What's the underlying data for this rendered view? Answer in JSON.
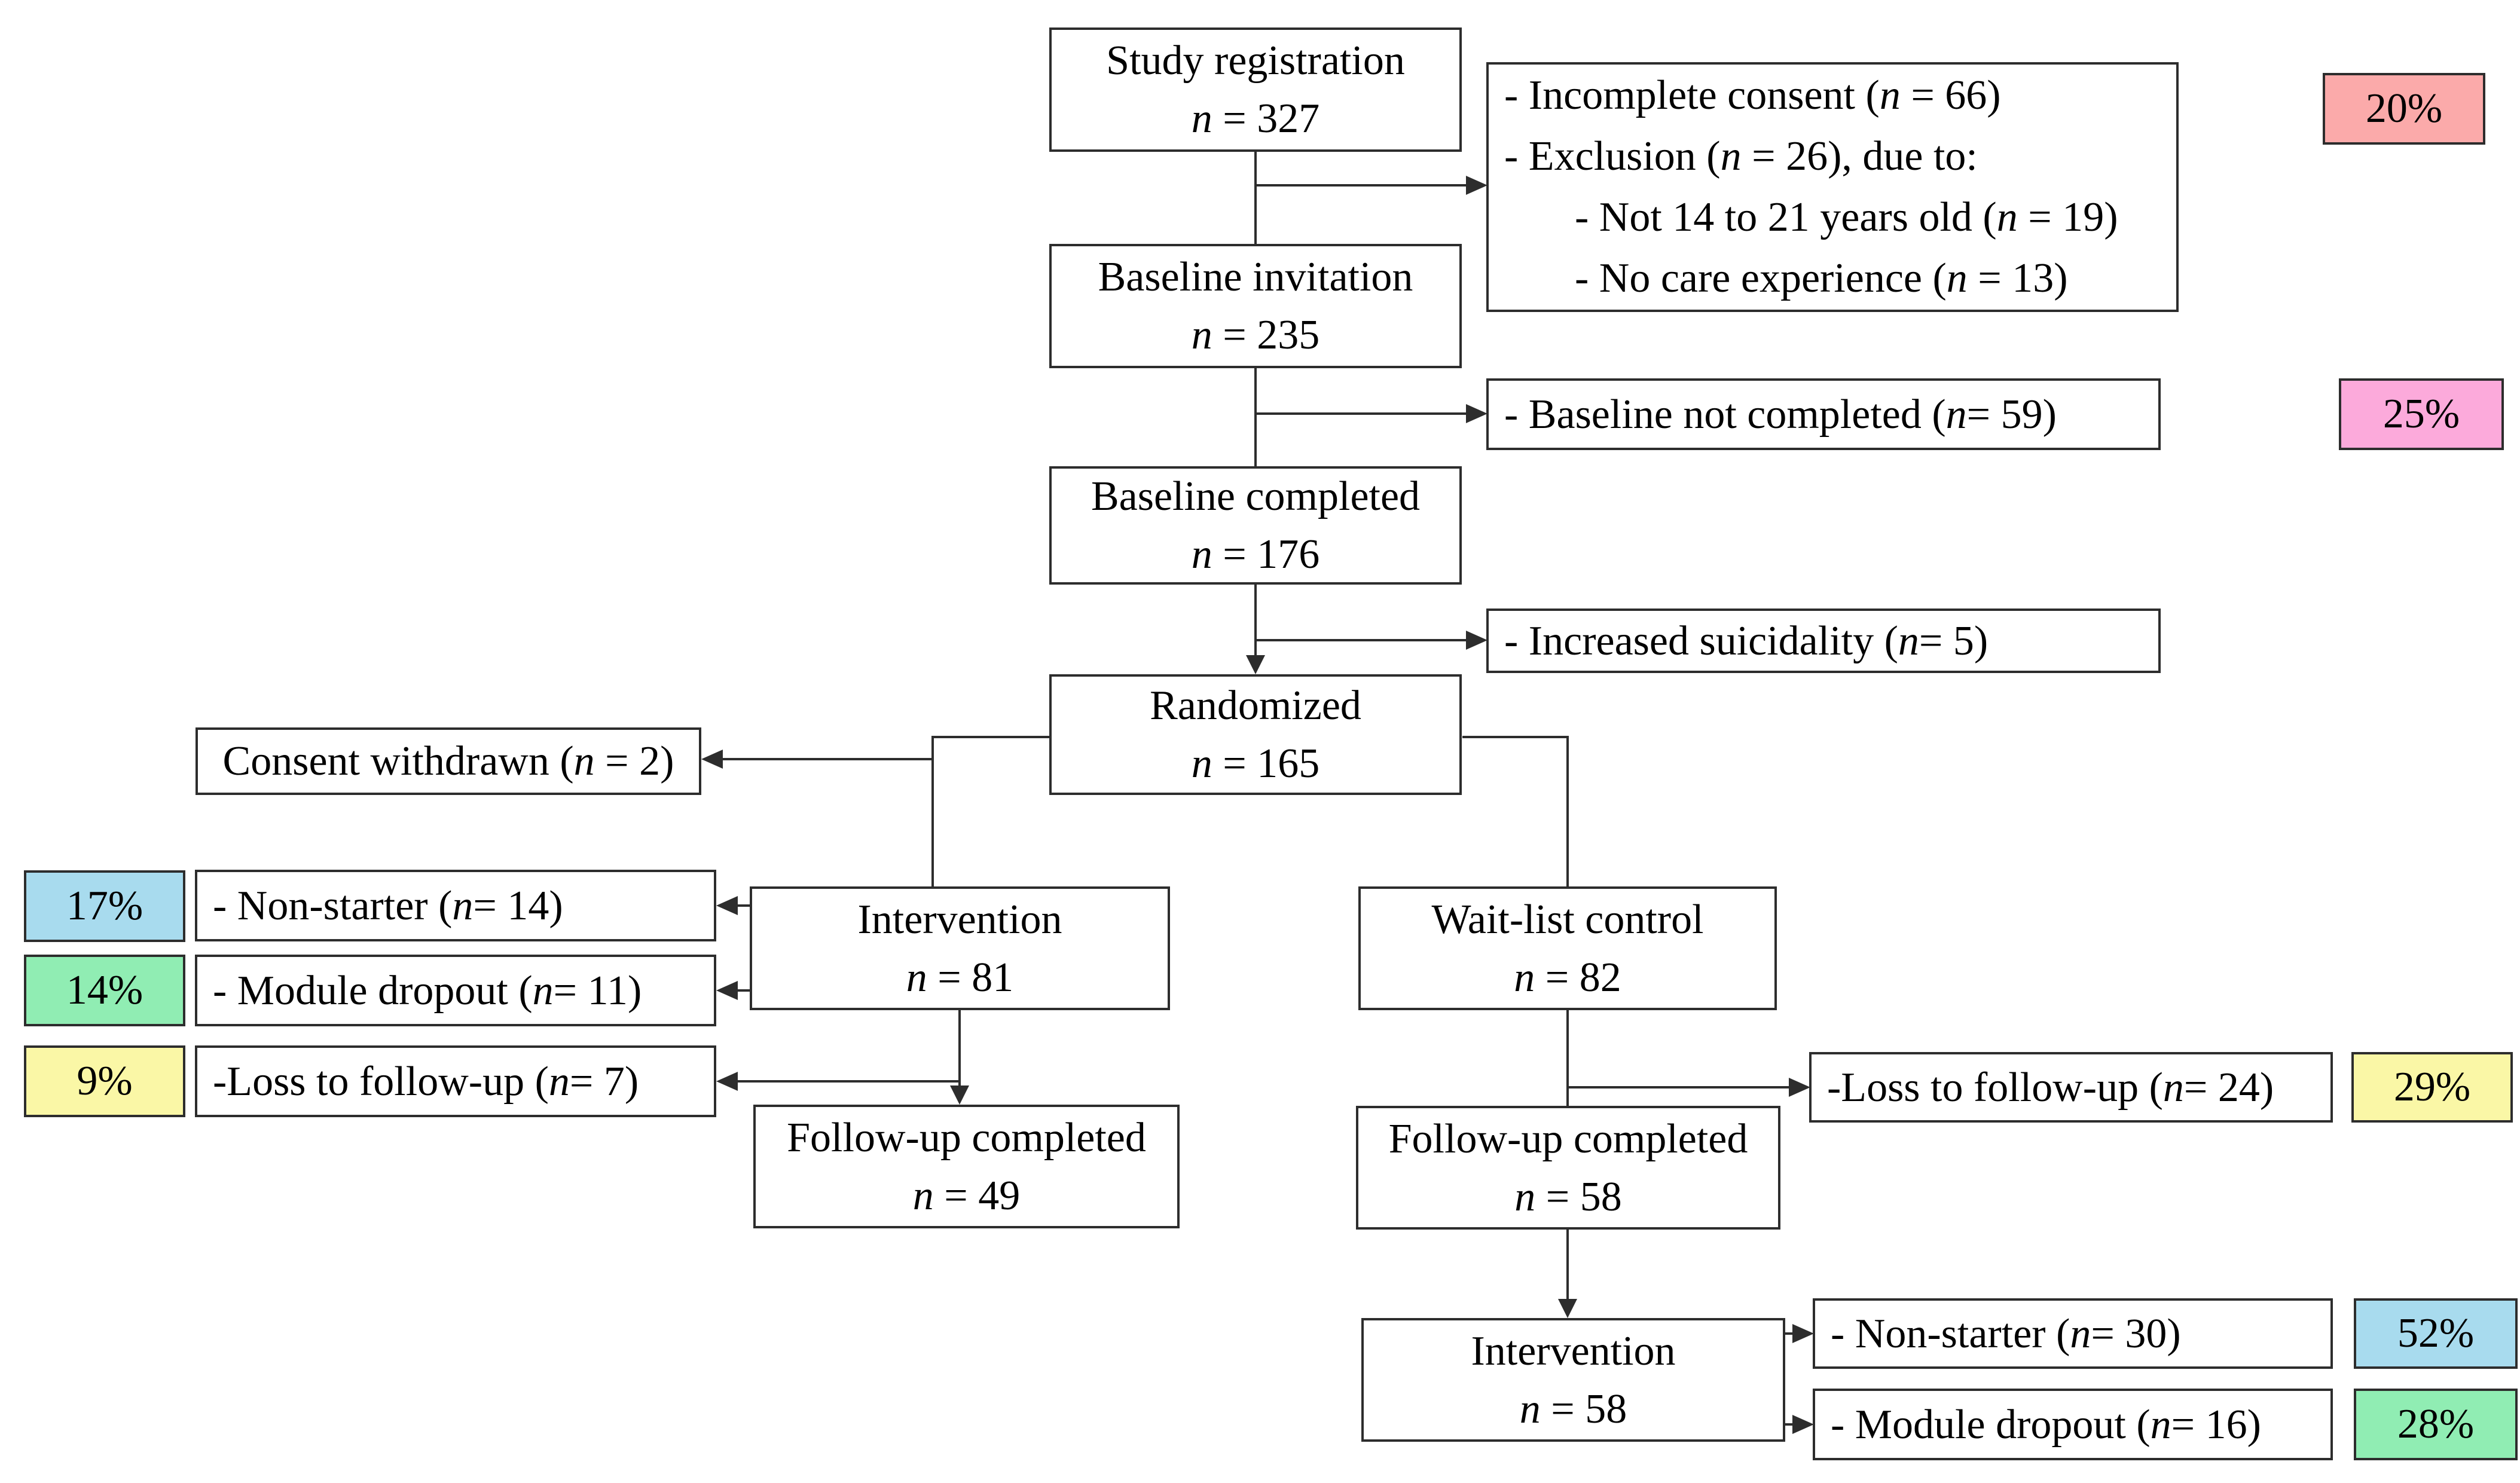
{
  "n_symbol": "n",
  "nodes": {
    "study_registration": {
      "title": "Study registration",
      "count": " = 327"
    },
    "baseline_invitation": {
      "title": "Baseline invitation",
      "count": " = 235"
    },
    "baseline_completed": {
      "title": "Baseline completed",
      "count": " = 176"
    },
    "randomized": {
      "title": "Randomized",
      "count": " = 165"
    },
    "intervention": {
      "title": "Intervention",
      "count": " = 81"
    },
    "waitlist_control": {
      "title": "Wait-list control",
      "count": " = 82"
    },
    "followup_intervention": {
      "title": "Follow-up completed",
      "count": " = 49"
    },
    "followup_waitlist": {
      "title": "Follow-up completed",
      "count": " = 58"
    },
    "intervention_waitlist": {
      "title": "Intervention",
      "count": " = 58"
    }
  },
  "exclusions": {
    "incomplete_consent": {
      "pre": "- Incomplete consent (",
      "post": " = 66)"
    },
    "exclusion": {
      "pre": "- Exclusion (",
      "post": " = 26), due to:"
    },
    "not_14_21": {
      "pre": "- Not 14 to 21 years old (",
      "post": " = 19)"
    },
    "no_care_experience": {
      "pre": "- No care experience (",
      "post": " = 13)"
    },
    "baseline_not_completed": {
      "pre": "- Baseline not completed (",
      "post": " = 59)"
    },
    "increased_suicidality": {
      "pre": "- Increased suicidality (",
      "post": " = 5)"
    },
    "consent_withdrawn": {
      "pre": "Consent withdrawn (",
      "post": " = 2)"
    },
    "nonstarter_intervention": {
      "pre": "- Non-starter (",
      "post": " = 14)"
    },
    "dropout_intervention": {
      "pre": "- Module dropout (",
      "post": " = 11)"
    },
    "loss_intervention": {
      "pre": "-Loss to follow-up (",
      "post": " = 7)"
    },
    "loss_waitlist": {
      "pre": "-Loss to follow-up (",
      "post": " = 24)"
    },
    "nonstarter_waitlist": {
      "pre": "- Non-starter (",
      "post": " = 30)"
    },
    "dropout_waitlist": {
      "pre": "- Module dropout (",
      "post": " = 16)"
    }
  },
  "badges": {
    "incomplete_consent_rate": {
      "text": "20%",
      "bg": "#FBAAAA"
    },
    "baseline_not_completed_rate": {
      "text": "25%",
      "bg": "#FCAADB"
    },
    "nonstarter_intervention_rate": {
      "text": "17%",
      "bg": "#A8DBEE"
    },
    "dropout_intervention_rate": {
      "text": "14%",
      "bg": "#90EDB3"
    },
    "loss_intervention_rate": {
      "text": "9%",
      "bg": "#FAF7A6"
    },
    "loss_waitlist_rate": {
      "text": "29%",
      "bg": "#FAF7A6"
    },
    "nonstarter_waitlist_rate": {
      "text": "52%",
      "bg": "#A8DBEE"
    },
    "dropout_waitlist_rate": {
      "text": "28%",
      "bg": "#90EDB3"
    }
  }
}
